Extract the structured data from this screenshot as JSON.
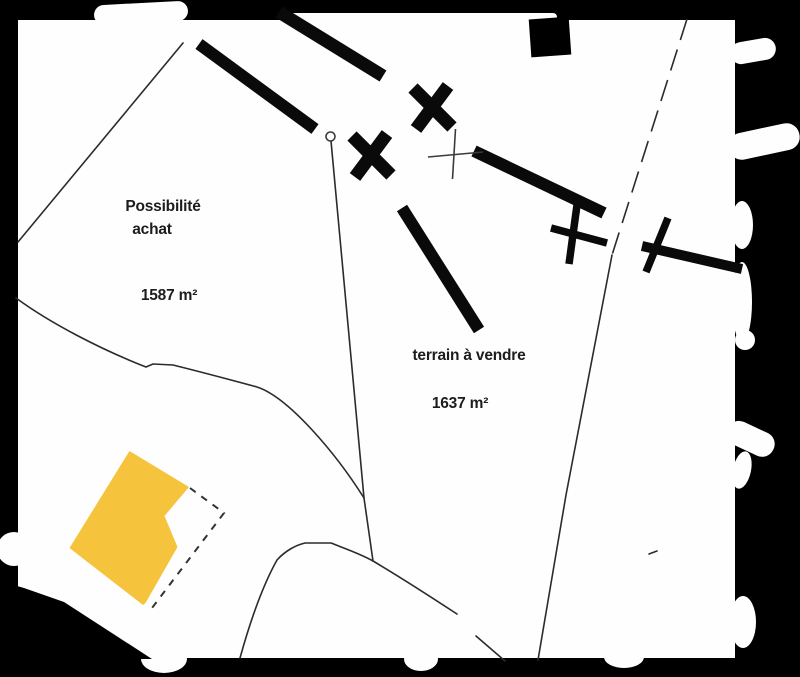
{
  "colors": {
    "background": "#000000",
    "paper": "#fefefe",
    "ink": "#0a0a0a",
    "line": "#2b2b2b",
    "dash": "#333333",
    "building": "#f5c33c"
  },
  "parcels": [
    {
      "name": "possibilite-achat",
      "label_line1": "Possibilité",
      "label_line2": "achat",
      "area": "1587 m²"
    },
    {
      "name": "terrain-a-vendre",
      "label": "terrain à vendre",
      "area": "1637 m²"
    }
  ],
  "symbols": {
    "boundary_cross_x": "×",
    "boundary_cross_plus": "+",
    "circle_marker": "○"
  }
}
